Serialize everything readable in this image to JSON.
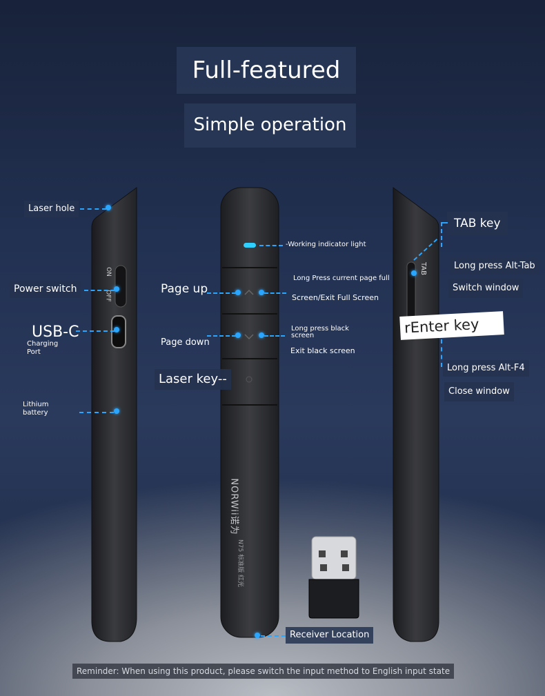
{
  "headline": "Full-featured",
  "subheadline": "Simple operation",
  "labels": {
    "laser_hole": "Laser hole",
    "power_switch": "Power switch",
    "usb_c": "USB-C",
    "charging_port": "Charging\nPort",
    "lithium_battery": "Lithium\nbattery",
    "working_light": "-Working indicator light",
    "page_up": "Page up",
    "long_press_full": "Long Press current page full",
    "screen_exit_full": "Screen/Exit Full Screen",
    "page_down": "Page down",
    "long_press_black": "Long press black\nscreen",
    "exit_black": "Exit black screen",
    "laser_key": "Laser key--",
    "tab_key": "TAB key",
    "long_press_alt_tab": "Long press Alt-Tab",
    "switch_window": "Switch window",
    "enter_key": "rEnter key",
    "long_press_alt_f4": "Long press Alt-F4",
    "close_window": "Close window",
    "receiver_location": "Receiver Location"
  },
  "device": {
    "brand": "NORWii诺为",
    "model": "N75 标准版 红光",
    "side_on": "ON",
    "side_off": "OFF",
    "side_tab": "TAB"
  },
  "reminder": "Reminder: When using this product, please switch the input method to English input state"
}
